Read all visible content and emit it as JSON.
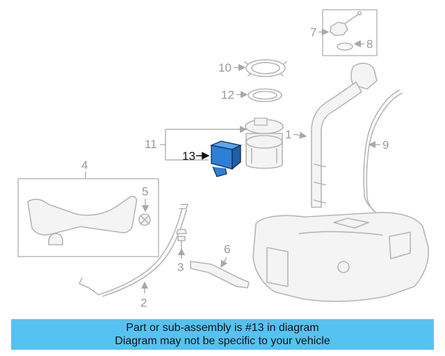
{
  "callouts": {
    "c1": "1",
    "c2": "2",
    "c3": "3",
    "c4": "4",
    "c5": "5",
    "c6": "6",
    "c7": "7",
    "c8": "8",
    "c9": "9",
    "c10": "10",
    "c11": "11",
    "c12": "12",
    "c13": "13"
  },
  "highlight": {
    "part": "13",
    "color": "#2e7fd6"
  },
  "banner": {
    "line1": "Part or sub-assembly is #13 in diagram",
    "line2": "Diagram may not be specific to your vehicle",
    "color": "#55c2f2"
  }
}
